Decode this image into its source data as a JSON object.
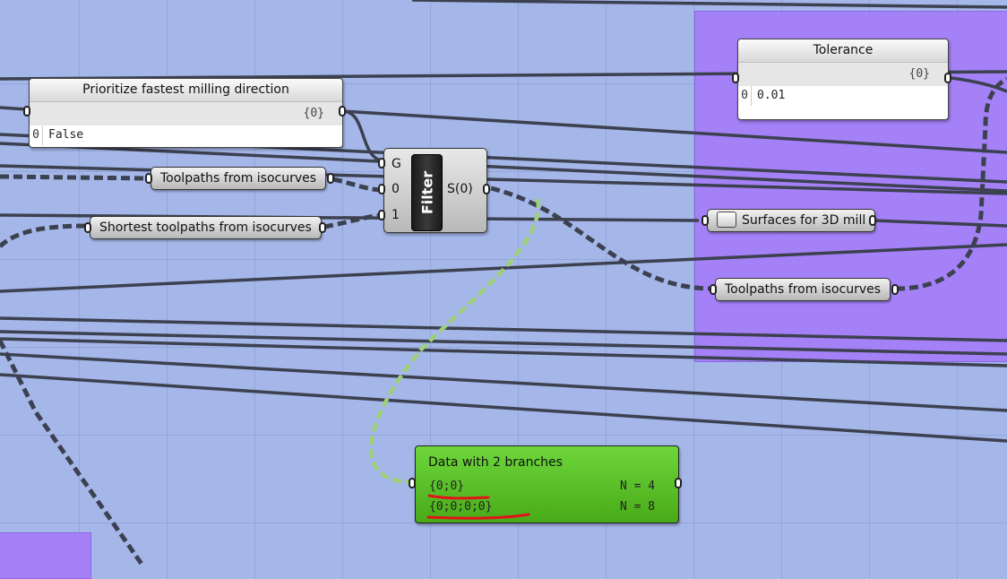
{
  "panels": {
    "prioritize": {
      "title": "Prioritize fastest milling direction",
      "path": "{0}",
      "index": "0",
      "value": "False"
    },
    "tolerance": {
      "title": "Tolerance",
      "path": "{0}",
      "index": "0",
      "value": "0.01"
    }
  },
  "capsules": {
    "toolpaths_left": "Toolpaths from isocurves",
    "shortest": "Shortest toolpaths from isocurves",
    "surfaces": "Surfaces for 3D mill",
    "toolpaths_right": "Toolpaths from isocurves"
  },
  "filter": {
    "name": "Filter",
    "inputs": [
      "G",
      "0",
      "1"
    ],
    "output": "S(0)"
  },
  "viewer": {
    "title": "Data with 2 branches",
    "branches": [
      {
        "path": "{0;0}",
        "count": "N = 4"
      },
      {
        "path": "{0;0;0;0}",
        "count": "N = 8"
      }
    ]
  },
  "colors": {
    "canvas": "#a5b7e9",
    "group": "#a578fa",
    "wire": "#3c4150",
    "viewer": "#5cc42a",
    "annotation": "#e0141a"
  }
}
